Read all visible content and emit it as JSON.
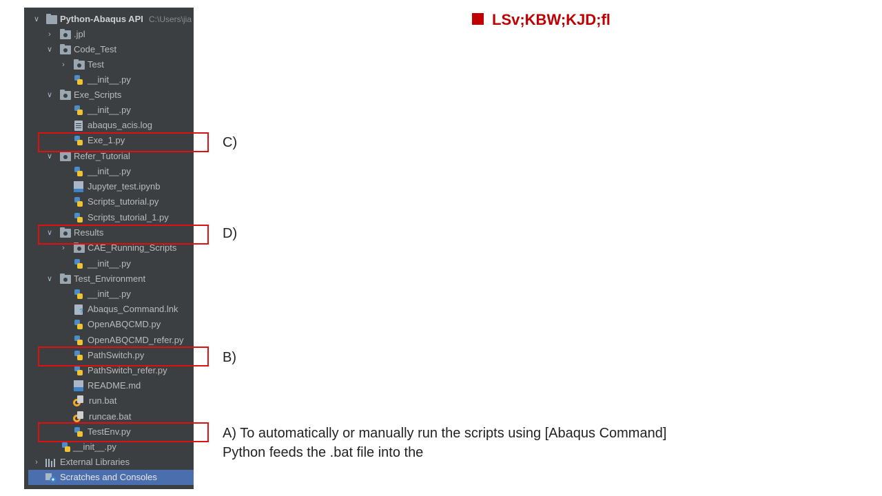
{
  "heading": "LSv;KBW;KJD;fl",
  "project": {
    "root_label": "Python-Abaqus API",
    "root_path": "C:\\Users\\jia",
    "items": [
      {
        "label": ".jpl",
        "kind": "folder"
      },
      {
        "label": "Code_Test",
        "kind": "folder"
      },
      {
        "label": "Test",
        "kind": "package"
      },
      {
        "label": "__init__.py",
        "kind": "python"
      },
      {
        "label": "Exe_Scripts",
        "kind": "package"
      },
      {
        "label": "__init__.py",
        "kind": "python"
      },
      {
        "label": "abaqus_acis.log",
        "kind": "file"
      },
      {
        "label": "Exe_1.py",
        "kind": "python"
      },
      {
        "label": "Refer_Tutorial",
        "kind": "package"
      },
      {
        "label": "__init__.py",
        "kind": "python"
      },
      {
        "label": "Jupyter_test.ipynb",
        "kind": "notebook"
      },
      {
        "label": "Scripts_tutorial.py",
        "kind": "python"
      },
      {
        "label": "Scripts_tutorial_1.py",
        "kind": "python"
      },
      {
        "label": "Results",
        "kind": "package"
      },
      {
        "label": "CAE_Running_Scripts",
        "kind": "package"
      },
      {
        "label": "__init__.py",
        "kind": "python"
      },
      {
        "label": "Test_Environment",
        "kind": "package"
      },
      {
        "label": "__init__.py",
        "kind": "python"
      },
      {
        "label": "Abaqus_Command.lnk",
        "kind": "shortcut"
      },
      {
        "label": "OpenABQCMD.py",
        "kind": "python"
      },
      {
        "label": "OpenABQCMD_refer.py",
        "kind": "python"
      },
      {
        "label": "PathSwitch.py",
        "kind": "python"
      },
      {
        "label": "PathSwitch_refer.py",
        "kind": "python"
      },
      {
        "label": "README.md",
        "kind": "markdown"
      },
      {
        "label": "run.bat",
        "kind": "batch"
      },
      {
        "label": "runcae.bat",
        "kind": "batch"
      },
      {
        "label": "TestEnv.py",
        "kind": "python"
      },
      {
        "label": "__init__.py",
        "kind": "python"
      }
    ],
    "external_libraries": "External Libraries",
    "scratches": "Scratches and Consoles"
  },
  "annotations": {
    "c": "C)",
    "d": "D)",
    "b": "B)",
    "a_line1": "A)  To automatically or manually run the scripts using [Abaqus Command]",
    "a_line2": "Python feeds the .bat file into the"
  },
  "colors": {
    "accent": "#c00000",
    "highlight_box": "#e01010",
    "panel_bg": "#3c3f41",
    "selected_row": "#4b6eaf"
  }
}
